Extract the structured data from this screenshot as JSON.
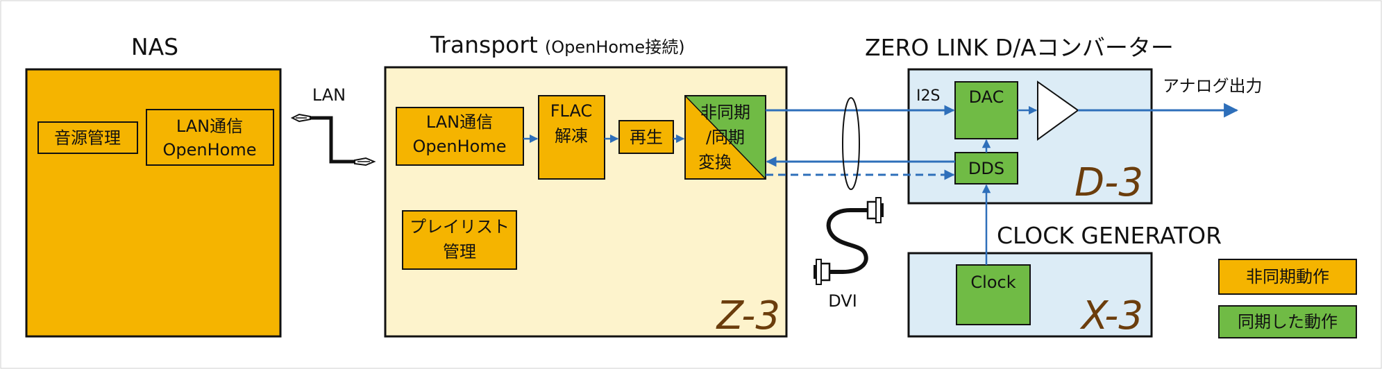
{
  "nas": {
    "title": "NAS",
    "source_mgmt": "音源管理",
    "lan_line1": "LAN通信",
    "lan_line2": "OpenHome"
  },
  "lan_cable": {
    "label": "LAN"
  },
  "transport": {
    "title": "Transport",
    "title_suffix": "(OpenHome接続)",
    "lan_line1": "LAN通信",
    "lan_line2": "OpenHome",
    "flac_line1": "FLAC",
    "flac_line2": "解凍",
    "playback": "再生",
    "converter_line1": "非同期",
    "converter_line2": "/同期",
    "converter_line3": "変換",
    "playlist_line1": "プレイリスト",
    "playlist_line2": "管理",
    "model": "Z-3"
  },
  "dvi_cable": {
    "label": "DVI"
  },
  "dac_unit": {
    "title": "ZERO  LINK  D/Aコンバーター",
    "i2s": "I2S",
    "dac": "DAC",
    "dds": "DDS",
    "output": "アナログ出力",
    "model": "D-3"
  },
  "clock_unit": {
    "title": "CLOCK  GENERATOR",
    "clock": "Clock",
    "model": "X-3"
  },
  "legend": {
    "async_label": "非同期動作",
    "sync_label": "同期した動作"
  },
  "colors": {
    "async_orange": "#f5b400",
    "transport_bg": "#fdf3cc",
    "unit_bg": "#dcecf6",
    "sync_green": "#70bb45",
    "arrow_blue": "#2e6fba",
    "model_brown": "#6b3d0c"
  }
}
